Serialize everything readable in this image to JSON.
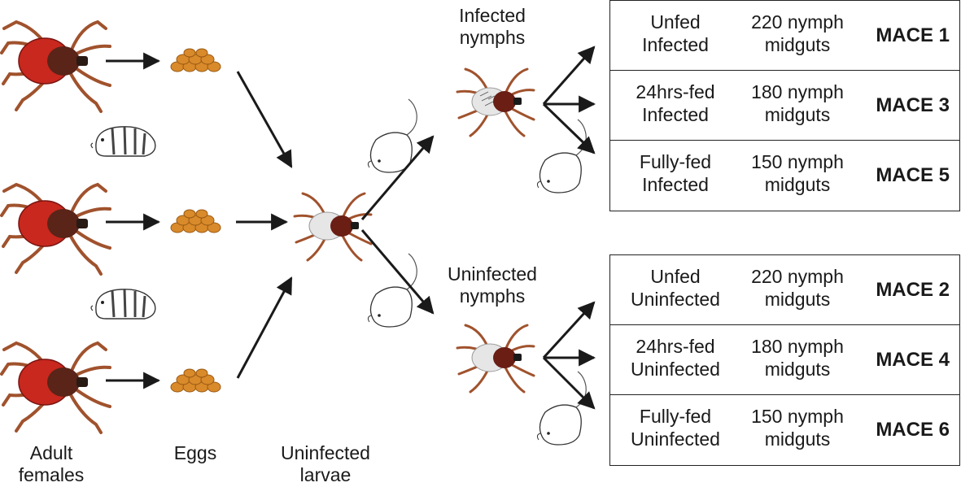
{
  "labels": {
    "adult_females": [
      "Adult",
      "females"
    ],
    "eggs": "Eggs",
    "uninfected_larvae": [
      "Uninfected",
      "larvae"
    ],
    "infected_nymphs": [
      "Infected",
      "nymphs"
    ],
    "uninfected_nymphs": [
      "Uninfected",
      "nymphs"
    ]
  },
  "infected_table": [
    {
      "condition": [
        "Unfed",
        "Infected"
      ],
      "count": [
        "220 nymph",
        "midguts"
      ],
      "sample": "MACE 1"
    },
    {
      "condition": [
        "24hrs-fed",
        "Infected"
      ],
      "count": [
        "180 nymph",
        "midguts"
      ],
      "sample": "MACE 3"
    },
    {
      "condition": [
        "Fully-fed",
        "Infected"
      ],
      "count": [
        "150 nymph",
        "midguts"
      ],
      "sample": "MACE 5"
    }
  ],
  "uninfected_table": [
    {
      "condition": [
        "Unfed",
        "Uninfected"
      ],
      "count": [
        "220 nymph",
        "midguts"
      ],
      "sample": "MACE 2"
    },
    {
      "condition": [
        "24hrs-fed",
        "Uninfected"
      ],
      "count": [
        "180 nymph",
        "midguts"
      ],
      "sample": "MACE 4"
    },
    {
      "condition": [
        "Fully-fed",
        "Uninfected"
      ],
      "count": [
        "150 nymph",
        "midguts"
      ],
      "sample": "MACE 6"
    }
  ],
  "colors": {
    "tick_body": "#c8281e",
    "tick_scutum": "#5a2418",
    "tick_legs": "#a0522d",
    "eggs": "#d98a2a",
    "arrow": "#1a1a1a"
  }
}
